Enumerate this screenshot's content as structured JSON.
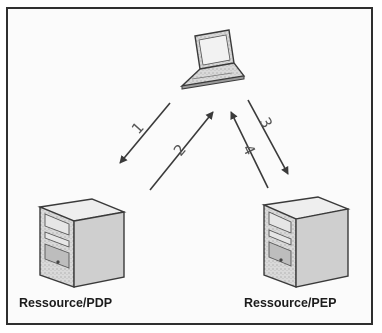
{
  "nodes": {
    "client": {
      "icon": "laptop-icon"
    },
    "left_server": {
      "icon": "server-tower-icon",
      "label": "Ressource/PDP"
    },
    "right_server": {
      "icon": "server-tower-icon",
      "label": "Ressource/PEP"
    }
  },
  "steps": [
    {
      "number": "1",
      "from": "client",
      "to": "left_server"
    },
    {
      "number": "2",
      "from": "left_server",
      "to": "client"
    },
    {
      "number": "3",
      "from": "client",
      "to": "right_server"
    },
    {
      "number": "4",
      "from": "right_server",
      "to": "client"
    }
  ],
  "colors": {
    "stroke": "#3a3a3a",
    "fill": "#d8d8d8",
    "frame": "#2f2f2f"
  }
}
